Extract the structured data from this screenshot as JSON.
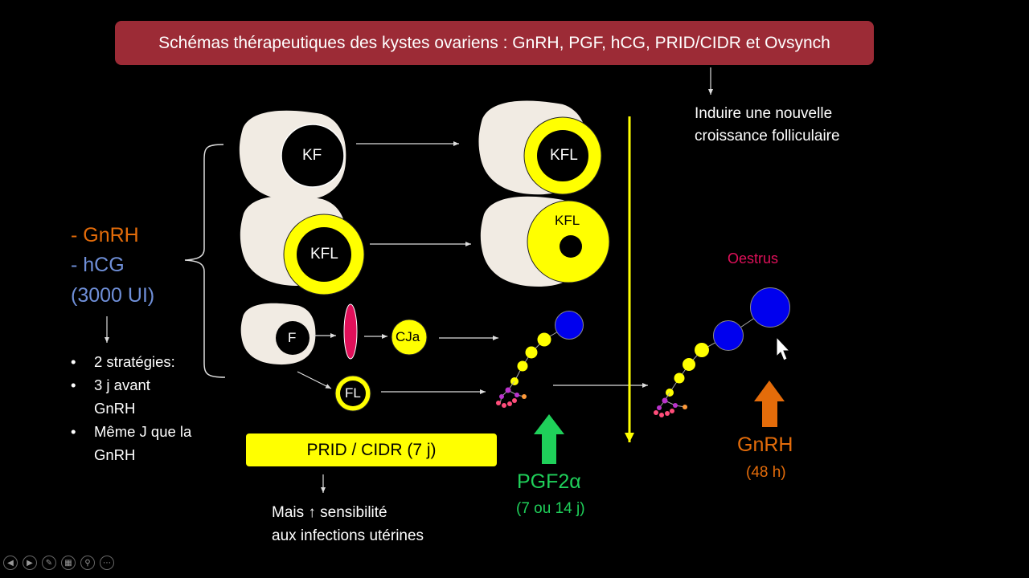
{
  "title": "Schémas thérapeutiques des kystes ovariens : GnRH, PGF, hCG, PRID/CIDR et Ovsynch",
  "goal": [
    "Induire une nouvelle",
    "croissance folliculaire"
  ],
  "left_treatments": {
    "gnrh": "- GnRH",
    "hcg": "- hCG",
    "dose": "(3000 UI)"
  },
  "strategies": [
    "2 stratégies:",
    "3 j avant GnRH",
    "Même J que la GnRH"
  ],
  "structures": {
    "kf": "KF",
    "kfl": "KFL",
    "kfl2": "KFL",
    "kfl3": "KFL",
    "f": "F",
    "cja": "CJa",
    "fl": "FL"
  },
  "prid_label": "PRID / CIDR (7 j)",
  "prid_note": [
    "Mais ↑ sensibilité",
    "aux infections utérines"
  ],
  "pgf": {
    "label": "PGF2α",
    "timing": "(7 ou 14 j)"
  },
  "oestrus": "Oestrus",
  "gnrh_final": {
    "label": "GnRH",
    "timing": "(48 h)"
  },
  "colors": {
    "title_bg": "#9c2b36",
    "yellow": "#ffff00",
    "ovary": "#f1ebe3",
    "gnrh_orange": "#e46c0a",
    "hcg_blue": "#6f8fd8",
    "pgf_green": "#1fd05a",
    "oestrus_red": "#e0105a",
    "follicle_blue": "#0000ee"
  },
  "icons": [
    "arrow-icon",
    "cursor-icon",
    "prev-slide-icon",
    "next-slide-icon",
    "pen-icon",
    "slides-icon",
    "zoom-icon",
    "more-icon"
  ]
}
